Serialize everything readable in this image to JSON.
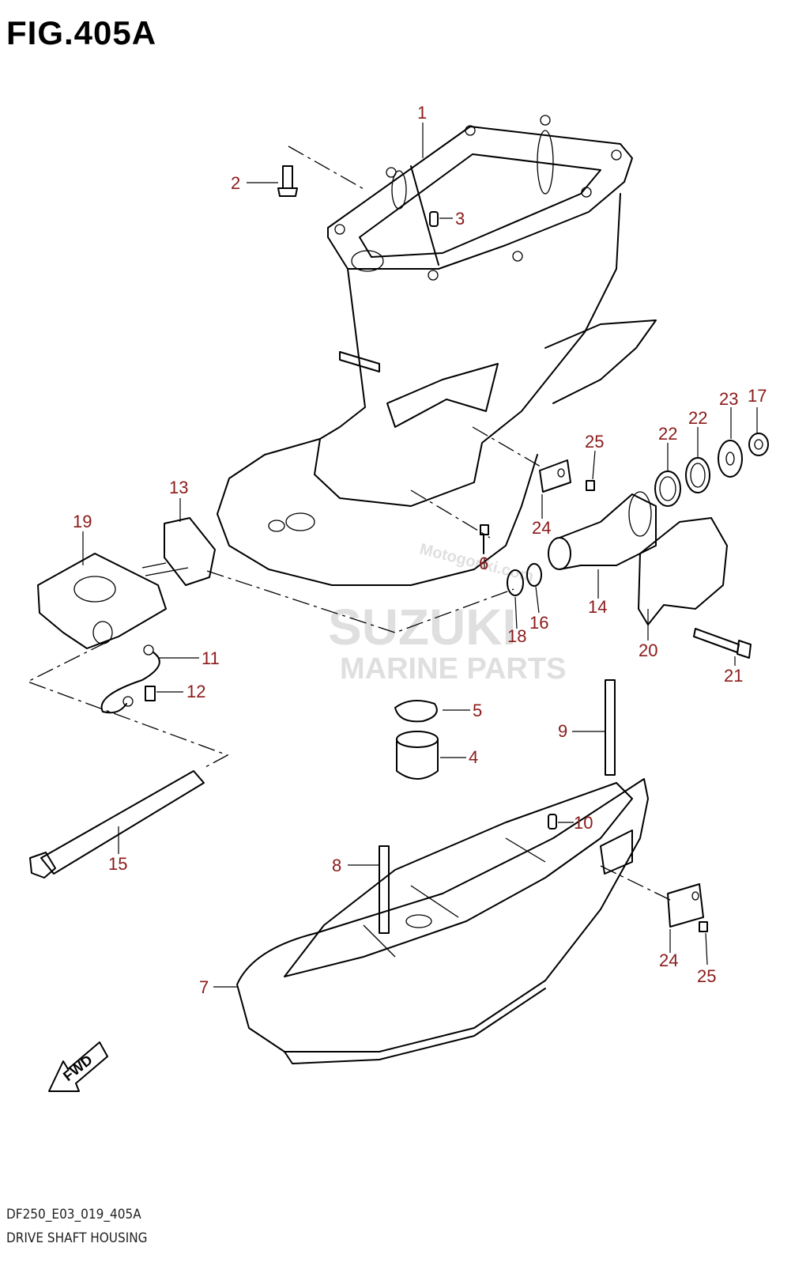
{
  "figure_title": "FIG.405A",
  "model_code": "DF250_E03_019_405A",
  "diagram_name": "DRIVE SHAFT HOUSING",
  "watermark": {
    "brand": "SUZUKI",
    "sub": "MARINE PARTS",
    "url": "Motogonki.com"
  },
  "fwd_arrow": "FWD",
  "callouts": {
    "p1": "1",
    "p2": "2",
    "p3": "3",
    "p4": "4",
    "p5": "5",
    "p6": "6",
    "p7": "7",
    "p8": "8",
    "p9": "9",
    "p10": "10",
    "p11": "11",
    "p12": "12",
    "p13": "13",
    "p14": "14",
    "p15": "15",
    "p16": "16",
    "p17": "17",
    "p18": "18",
    "p19": "19",
    "p20": "20",
    "p21": "21",
    "p22a": "22",
    "p22b": "22",
    "p23": "23",
    "p24a": "24",
    "p24b": "24",
    "p25a": "25",
    "p25b": "25"
  }
}
